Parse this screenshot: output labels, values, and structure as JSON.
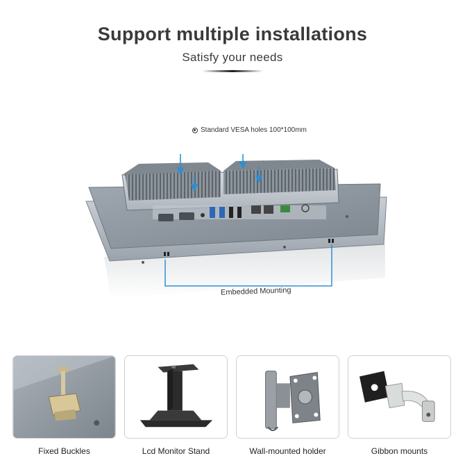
{
  "header": {
    "title": "Support multiple installations",
    "subtitle": "Satisfy your needs"
  },
  "device": {
    "vesa_label": "Standard VESA holes 100*100mm",
    "embedded_label": "Embedded Mounting",
    "accent_color": "#2a8fd6"
  },
  "options": [
    {
      "label": "Fixed Buckles",
      "icon": "buckle-icon"
    },
    {
      "label": "Lcd Monitor Stand",
      "icon": "stand-icon"
    },
    {
      "label": "Wall-mounted holder",
      "icon": "wall-mount-icon"
    },
    {
      "label": "Gibbon mounts",
      "icon": "arm-mount-icon"
    }
  ]
}
